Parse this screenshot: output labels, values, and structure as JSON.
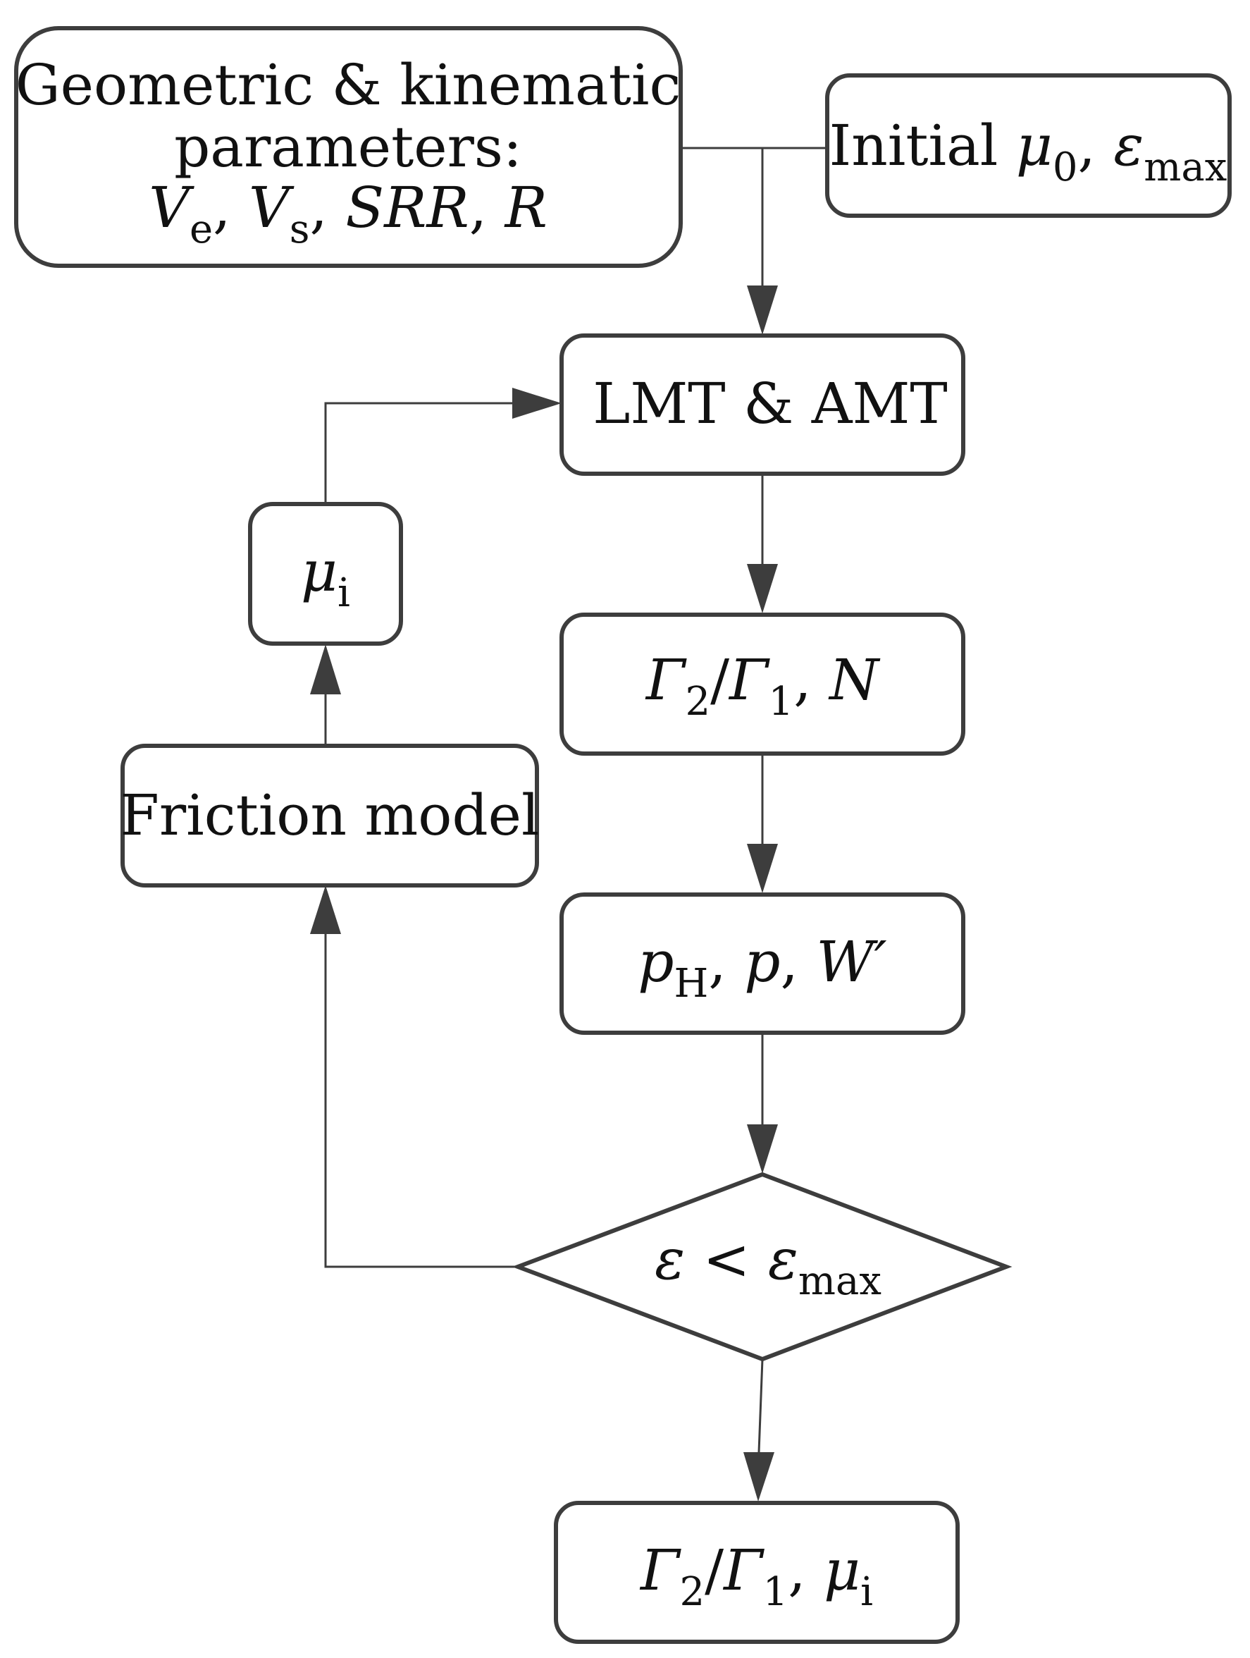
{
  "nodes": {
    "geometric": {
      "line1": "Geometric & kinematic",
      "line2": "parameters:",
      "line3": {
        "v": "V",
        "e": "e",
        "s": "s",
        "sep": ",",
        "srr": "SRR",
        "r": "R"
      }
    },
    "initial": {
      "word": "Initial",
      "mu": "μ",
      "zero": "0",
      "comma": ",",
      "eps": "ε",
      "max": "max"
    },
    "lmt": {
      "text": "LMT & AMT"
    },
    "mu_i": {
      "mu": "μ",
      "i": "i"
    },
    "gamma_n": {
      "gamma": "Γ",
      "two": "2",
      "slash": "/",
      "one": "1",
      "comma": ",",
      "n": "N"
    },
    "friction": {
      "text": "Friction model"
    },
    "pressure": {
      "p": "p",
      "h": "H",
      "comma": ",",
      "w": "W′"
    },
    "decision": {
      "eps": "ε",
      "lt": "<",
      "max": "max"
    },
    "output": {
      "gamma": "Γ",
      "two": "2",
      "slash": "/",
      "one": "1",
      "comma": ",",
      "mu": "μ",
      "i": "i"
    }
  }
}
